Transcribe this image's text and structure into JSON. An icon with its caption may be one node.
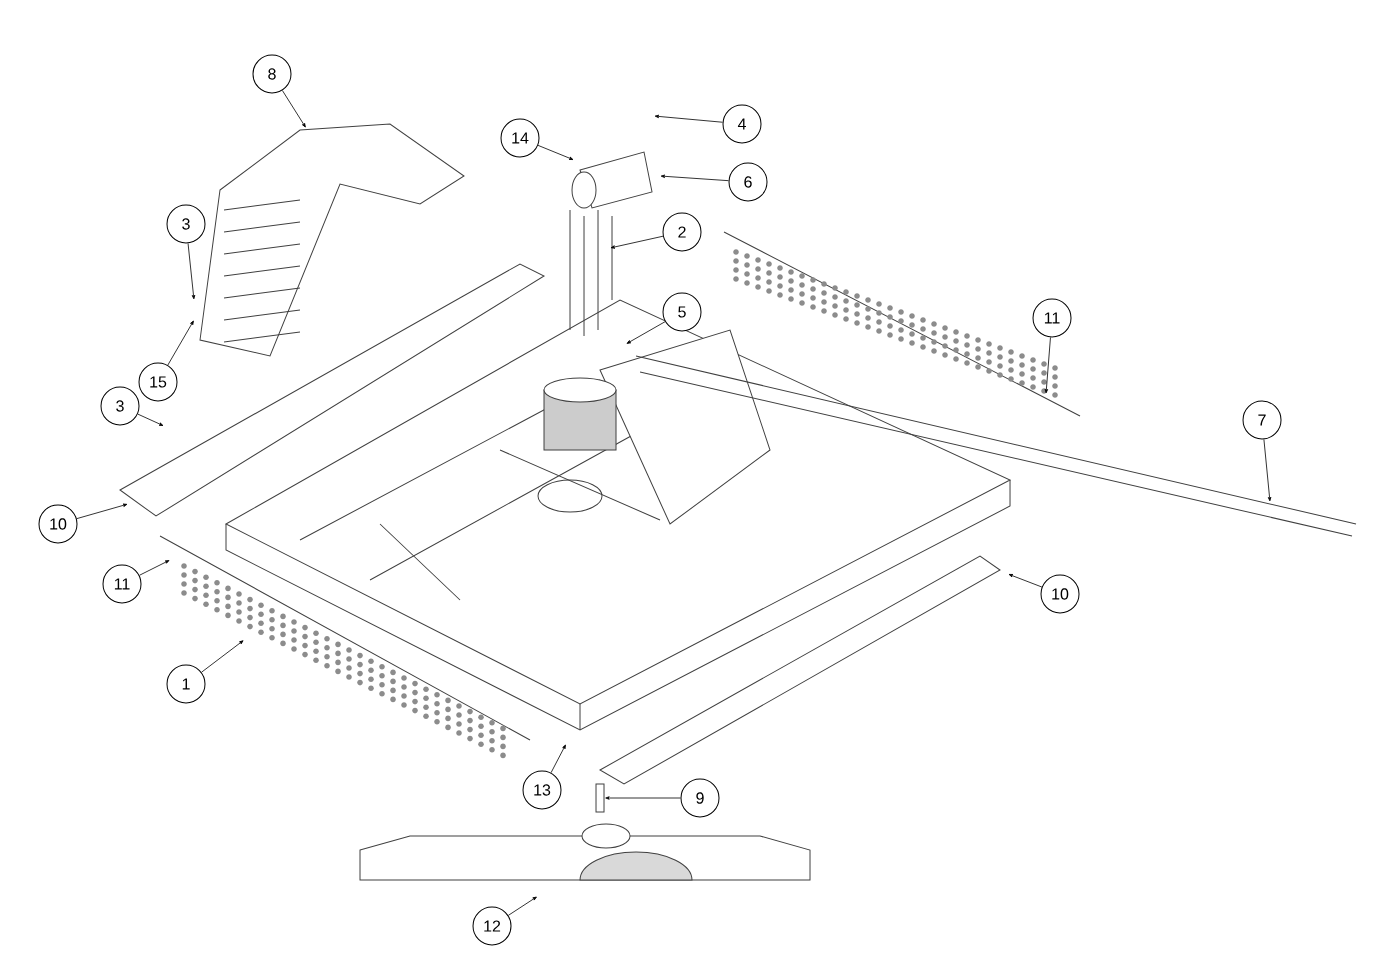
{
  "diagram": {
    "nodes": [
      {
        "text": [
          "8"
        ]
      },
      {
        "text": [
          "4"
        ]
      },
      {
        "text": [
          "14"
        ]
      },
      {
        "text": [
          "6"
        ]
      },
      {
        "text": [
          "3"
        ]
      },
      {
        "text": [
          "2"
        ]
      },
      {
        "text": [
          "5"
        ]
      },
      {
        "text": [
          "11"
        ]
      },
      {
        "text": [
          "15"
        ]
      },
      {
        "text": [
          "3"
        ]
      },
      {
        "text": [
          "7"
        ]
      },
      {
        "text": [
          "10"
        ]
      },
      {
        "text": [
          "11"
        ]
      },
      {
        "text": [
          "10"
        ]
      },
      {
        "text": [
          "1"
        ]
      },
      {
        "text": [
          "13"
        ]
      },
      {
        "text": [
          "9"
        ]
      },
      {
        "text": [
          "12"
        ]
      },
      {
        "text": [],
        "shape": "bar"
      },
      {
        "text": [],
        "shape": "picture"
      }
    ],
    "edges": [
      {
        "from": 0,
        "to": null,
        "arrow": "to"
      },
      {
        "from": 1,
        "to": null,
        "arrow": "to"
      },
      {
        "from": 2,
        "to": null,
        "arrow": "to"
      },
      {
        "from": 3,
        "to": null,
        "arrow": "to"
      },
      {
        "from": 4,
        "to": null,
        "arrow": "to"
      },
      {
        "from": 5,
        "to": null,
        "arrow": "to"
      },
      {
        "from": 6,
        "to": null,
        "arrow": "to"
      },
      {
        "from": 7,
        "to": null,
        "arrow": "to"
      },
      {
        "from": 8,
        "to": null,
        "arrow": "to"
      },
      {
        "from": 9,
        "to": null,
        "arrow": "to"
      },
      {
        "from": 10,
        "to": null,
        "arrow": "to"
      },
      {
        "from": 11,
        "to": null,
        "arrow": "to"
      },
      {
        "from": 12,
        "to": null,
        "arrow": "to"
      },
      {
        "from": 13,
        "to": null,
        "arrow": "to"
      },
      {
        "from": 14,
        "to": null,
        "arrow": "to"
      },
      {
        "from": 15,
        "to": null,
        "arrow": "to"
      },
      {
        "from": 16,
        "to": 18,
        "arrow": "to"
      },
      {
        "from": 17,
        "to": 19,
        "arrow": "to"
      }
    ]
  }
}
